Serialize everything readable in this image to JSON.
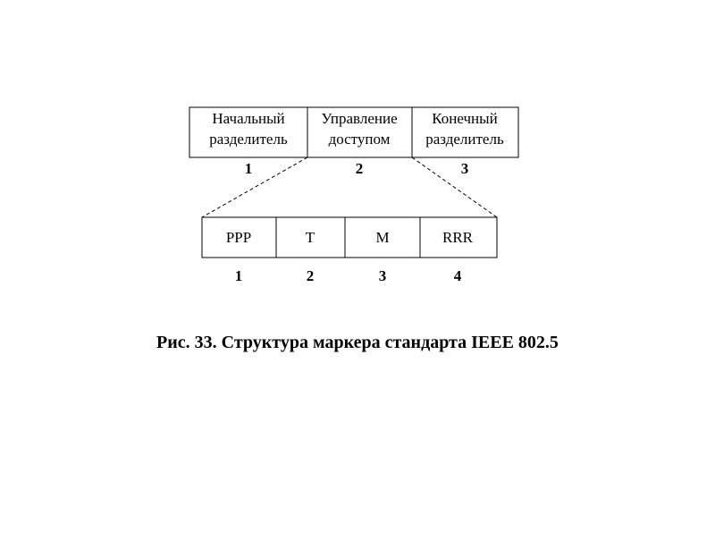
{
  "marker_frame": {
    "fields": [
      {
        "lines": [
          "Начальный",
          "разделитель"
        ],
        "number": "1"
      },
      {
        "lines": [
          "Управление",
          "доступом"
        ],
        "number": "2"
      },
      {
        "lines": [
          "Конечный",
          "разделитель"
        ],
        "number": "3"
      }
    ]
  },
  "access_control": {
    "fields": [
      {
        "label": "PPP",
        "number": "1"
      },
      {
        "label": "T",
        "number": "2"
      },
      {
        "label": "M",
        "number": "3"
      },
      {
        "label": "RRR",
        "number": "4"
      }
    ]
  },
  "caption": "Рис. 33. Структура маркера стандарта IEEE 802.5",
  "colors": {
    "line": "#000000",
    "background": "#ffffff"
  }
}
